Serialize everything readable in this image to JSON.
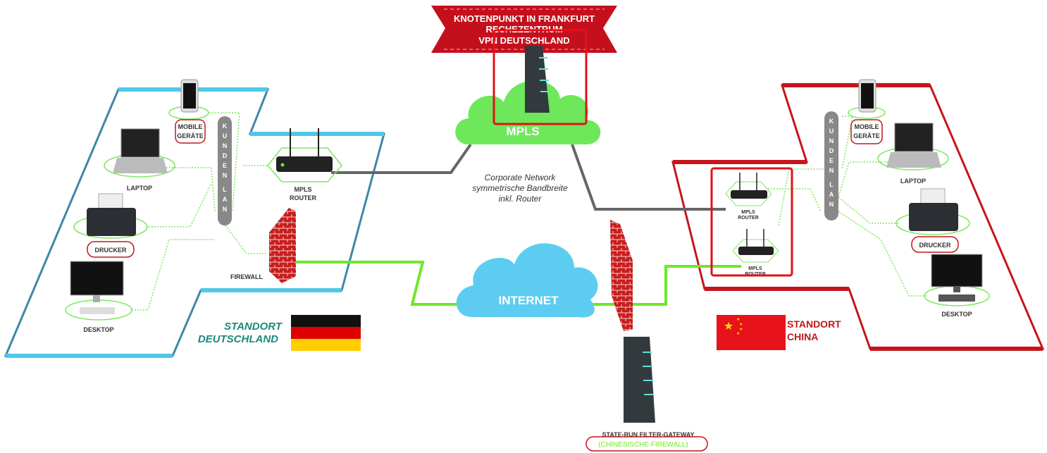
{
  "banner": {
    "line1": "KNOTENPUNKT IN FRANKFURT",
    "line2": "RECHEZENTRUM",
    "line3": "VPN DEUTSCHLAND"
  },
  "clouds": {
    "mpls": "MPLS",
    "internet": "INTERNET"
  },
  "corporate_network": {
    "line1": "Corporate Network",
    "line2": "symmetrische Bandbreite",
    "line3": "inkl. Router"
  },
  "germany": {
    "site_line1": "STANDORT",
    "site_line2": "DEUTSCHLAND",
    "lan_letters": [
      "K",
      "U",
      "N",
      "D",
      "E",
      "N",
      "L",
      "A",
      "N"
    ],
    "mobile_line1": "MOBILE",
    "mobile_line2": "GERÄTE",
    "laptop": "LAPTOP",
    "printer": "DRUCKER",
    "desktop": "DESKTOP",
    "router_line1": "MPLS",
    "router_line2": "ROUTER",
    "firewall": "FIREWALL"
  },
  "china": {
    "site_line1": "STANDORT",
    "site_line2": "CHINA",
    "lan_letters": [
      "K",
      "U",
      "N",
      "D",
      "E",
      "N",
      "L",
      "A",
      "N"
    ],
    "mobile_line1": "MOBILE",
    "mobile_line2": "GERÄTE",
    "laptop": "LAPTOP",
    "printer": "DRUCKER",
    "desktop": "DESKTOP",
    "router_line1": "MPLS",
    "router_line2": "ROUTER"
  },
  "gateway": {
    "line1": "STATE-RUN FILTER-GATEWAY",
    "line2": "(CHINESISCHE FIREWALL)"
  },
  "colors": {
    "germany_floor": "#4fc8e8",
    "china_floor": "#c4161c",
    "mpls_cloud": "#6ee85a",
    "internet_cloud": "#5ccdf0",
    "internet_link": "#6ee82a",
    "highlight": "#e0101a"
  }
}
